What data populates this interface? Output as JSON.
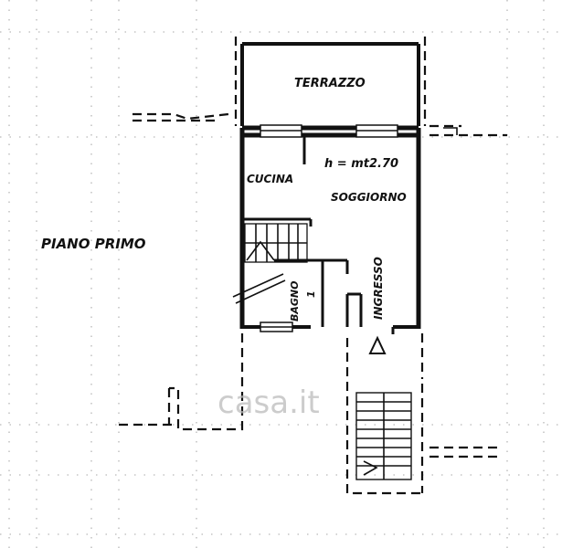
{
  "plan": {
    "floor_label": "PIANO PRIMO",
    "height_note": "h = mt2.70",
    "entrance_symbol": "triangle-entrance-marker",
    "rooms": {
      "terrace": "TERRAZZO",
      "kitchen": "CUCINA",
      "living": "SOGGIORNO",
      "bathroom": "BAGNO",
      "bathroom_number": "1",
      "entrance": "INGRESSO"
    }
  },
  "watermark": {
    "text": "casa.it"
  },
  "colors": {
    "ink": "#111111",
    "grid": "#8a8a8a",
    "background": "#ffffff"
  }
}
